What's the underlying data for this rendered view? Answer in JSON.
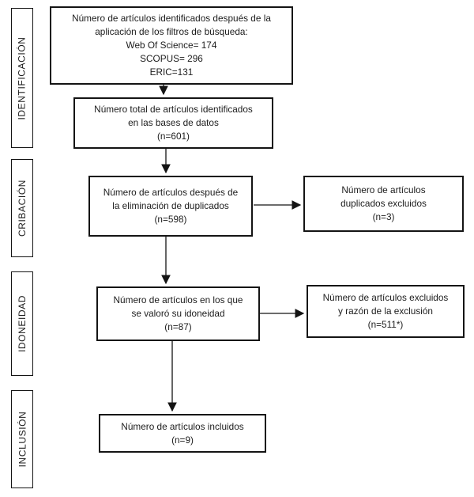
{
  "stages": [
    "IDENTIFICACIÓN",
    "CRIBACIÓN",
    "IDONEIDAD",
    "INCLUSIÓN"
  ],
  "flow": {
    "filters_box": {
      "text": "Número de artículos identificados después de la\naplicación de los filtros de búsqueda:\nWeb Of Science= 174\nSCOPUS= 296\nERIC=131"
    },
    "total_box": {
      "text": "Número total de artículos identificados\nen las bases de datos\n(n=601)"
    },
    "dedup_box": {
      "text": "Número de artículos después de\nla eliminación de duplicados\n(n=598)"
    },
    "duplicates_excluded_box": {
      "text": "Número de artículos\nduplicados excluidos\n(n=3)"
    },
    "eligibility_box": {
      "text": "Número de artículos en los que\nse valoró su idoneidad\n(n=87)"
    },
    "excluded_reason_box": {
      "text": "Número de artículos excluidos\ny razón de la exclusión\n(n=511*)"
    },
    "included_box": {
      "text": "Número de artículos incluidos\n(n=9)"
    }
  },
  "counts": {
    "web_of_science": 174,
    "scopus": 296,
    "eric": 131,
    "total_identified": 601,
    "after_deduplication": 598,
    "duplicates_excluded": 3,
    "eligibility_assessed": 87,
    "excluded_with_reason": "511*",
    "included": 9
  },
  "colors": {
    "border": "#141414",
    "text": "#1c1c1c",
    "background": "#ffffff"
  }
}
